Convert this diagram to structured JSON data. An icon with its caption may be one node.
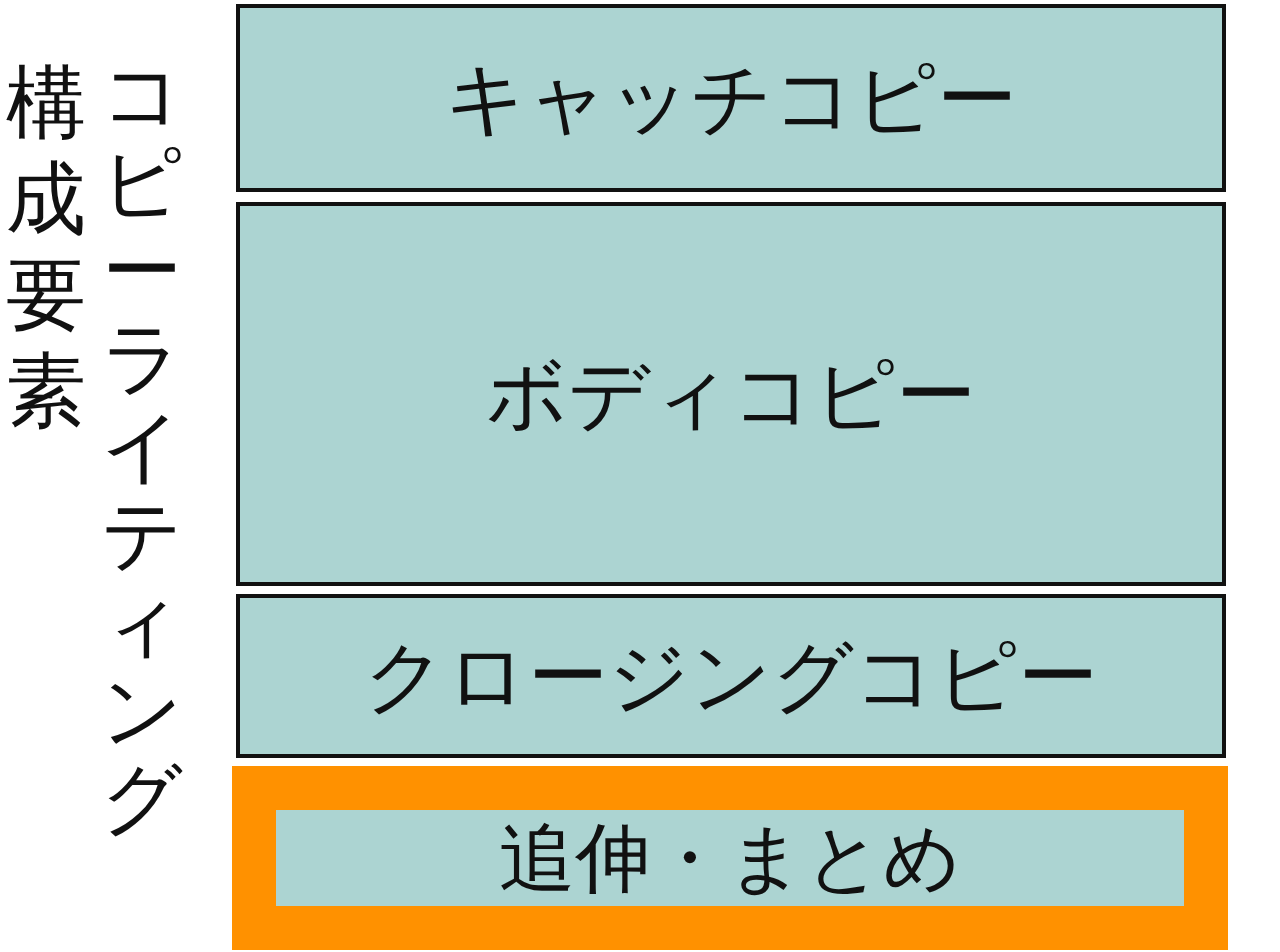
{
  "diagram": {
    "nodes": [
      {
        "text": [
          "キャッチコピー"
        ]
      },
      {
        "text": [
          "ボディコピー"
        ]
      },
      {
        "text": [
          "クロージングコピー"
        ]
      },
      {
        "text": [
          "追伸・まとめ"
        ]
      }
    ],
    "labels": [
      "コピーライティング",
      "構成要素"
    ]
  }
}
